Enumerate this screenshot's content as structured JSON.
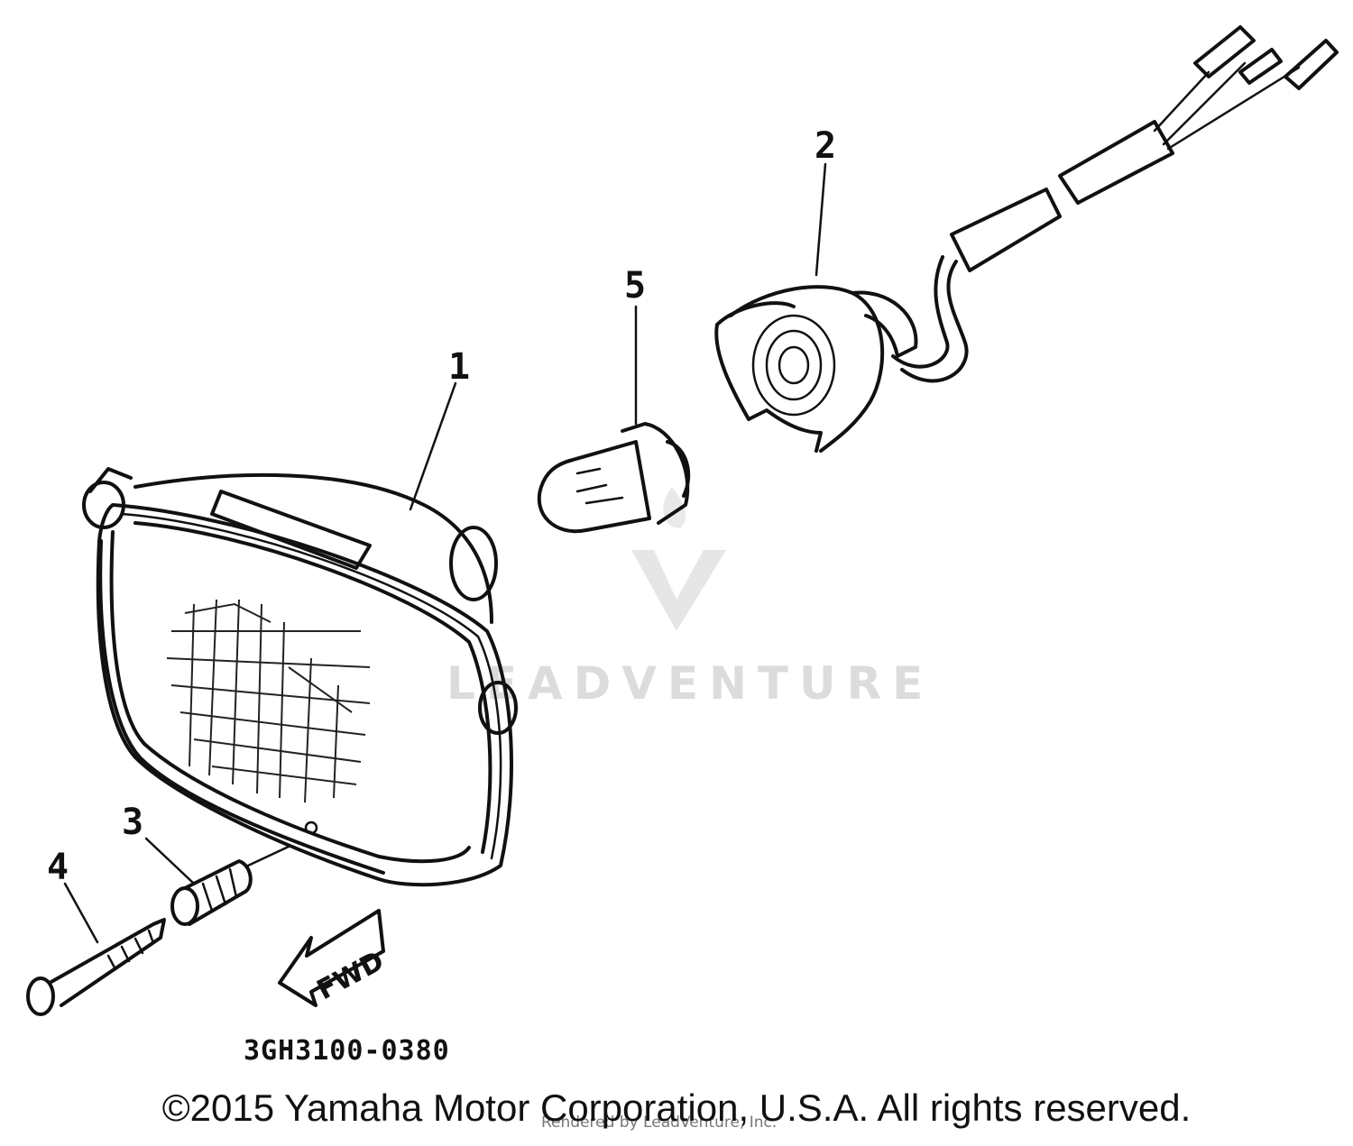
{
  "callouts": {
    "headlight": "1",
    "socket": "2",
    "nut": "3",
    "screw": "4",
    "bulb": "5"
  },
  "part_code": "3GH3100-0380",
  "fwd_label": "FWD",
  "watermark": {
    "brand": "LEADVENTURE",
    "rendered_by": "Rendered by LeadVenture, Inc."
  },
  "copyright": "©2015 Yamaha Motor Corporation, U.S.A. All rights reserved.",
  "colors": {
    "ink": "#111111",
    "watermark": "#dcdcdc",
    "background": "#ffffff"
  }
}
